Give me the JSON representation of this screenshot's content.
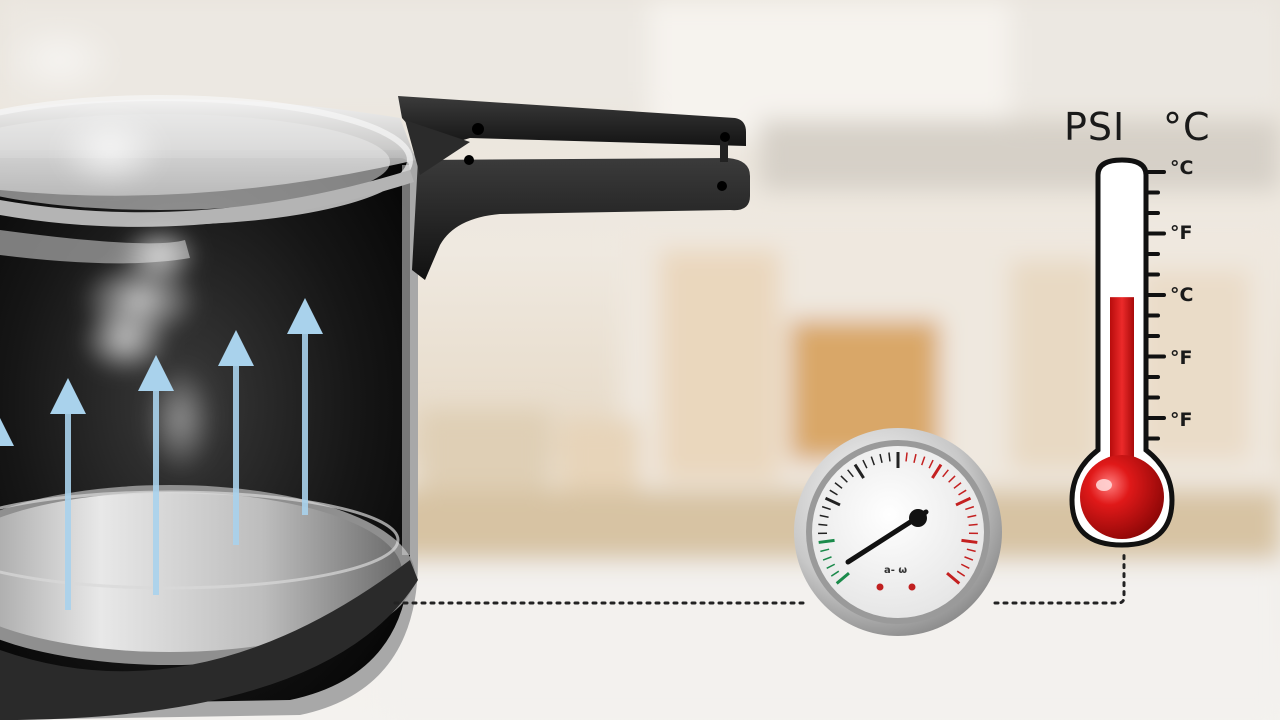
{
  "thermometer": {
    "header_left": "PSI",
    "header_right": "°C",
    "scale_labels": [
      "°C",
      "°F",
      "°C",
      "°F",
      "°F"
    ],
    "fill_level": 0.58
  },
  "gauge": {
    "label": "a- ω"
  },
  "colors": {
    "mercury": "#d41616",
    "arrow": "#a9d2ec",
    "pot_interior": "#151515",
    "handle": "#1b1b1b",
    "dotted_line": "#222222"
  },
  "icons": [
    "pressure-cooker-icon",
    "steam-icon",
    "up-arrow-icon",
    "pressure-gauge-icon",
    "thermometer-icon"
  ]
}
